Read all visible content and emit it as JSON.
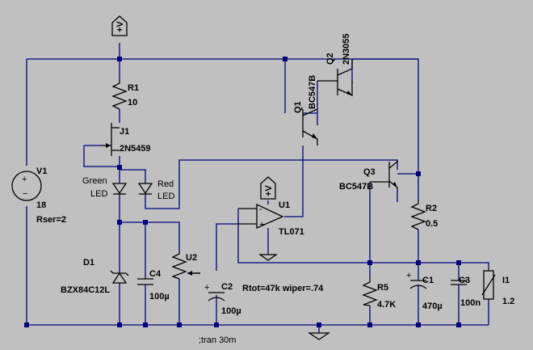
{
  "colors": {
    "background": "#c0c0c0",
    "wire": "#000080",
    "component": "#000000",
    "junction": "#000080"
  },
  "supply_flag": "+V",
  "components": {
    "v1": {
      "name": "V1",
      "value": "18",
      "extra": "Rser=2"
    },
    "r1": {
      "name": "R1",
      "value": "10"
    },
    "j1": {
      "name": "J1",
      "model": "2N5459"
    },
    "q1": {
      "name": "Q1",
      "model": "BC547B"
    },
    "q2": {
      "name": "Q2",
      "model": "2N3055"
    },
    "q3": {
      "name": "Q3",
      "model": "BC547B"
    },
    "led_green": {
      "line1": "Green",
      "line2": "LED"
    },
    "led_red": {
      "line1": "Red",
      "line2": "LED"
    },
    "d1": {
      "name": "D1",
      "model": "BZX84C12L"
    },
    "c4": {
      "name": "C4",
      "value": "100µ"
    },
    "u2": {
      "name": "U2",
      "param": "Rtot=47k wiper=.74"
    },
    "c2": {
      "name": "C2",
      "value": "100µ"
    },
    "u1": {
      "name": "U1",
      "model": "TL071"
    },
    "r2": {
      "name": "R2",
      "value": "0.5"
    },
    "r5": {
      "name": "R5",
      "value": "4.7K"
    },
    "c1": {
      "name": "C1",
      "value": "470µ"
    },
    "c3": {
      "name": "C3",
      "value": "100n"
    },
    "i1": {
      "name": "I1",
      "value": "1.2"
    }
  },
  "directive": ";tran 30m",
  "opamp_pins": {
    "plus": "+",
    "minus": "-"
  }
}
